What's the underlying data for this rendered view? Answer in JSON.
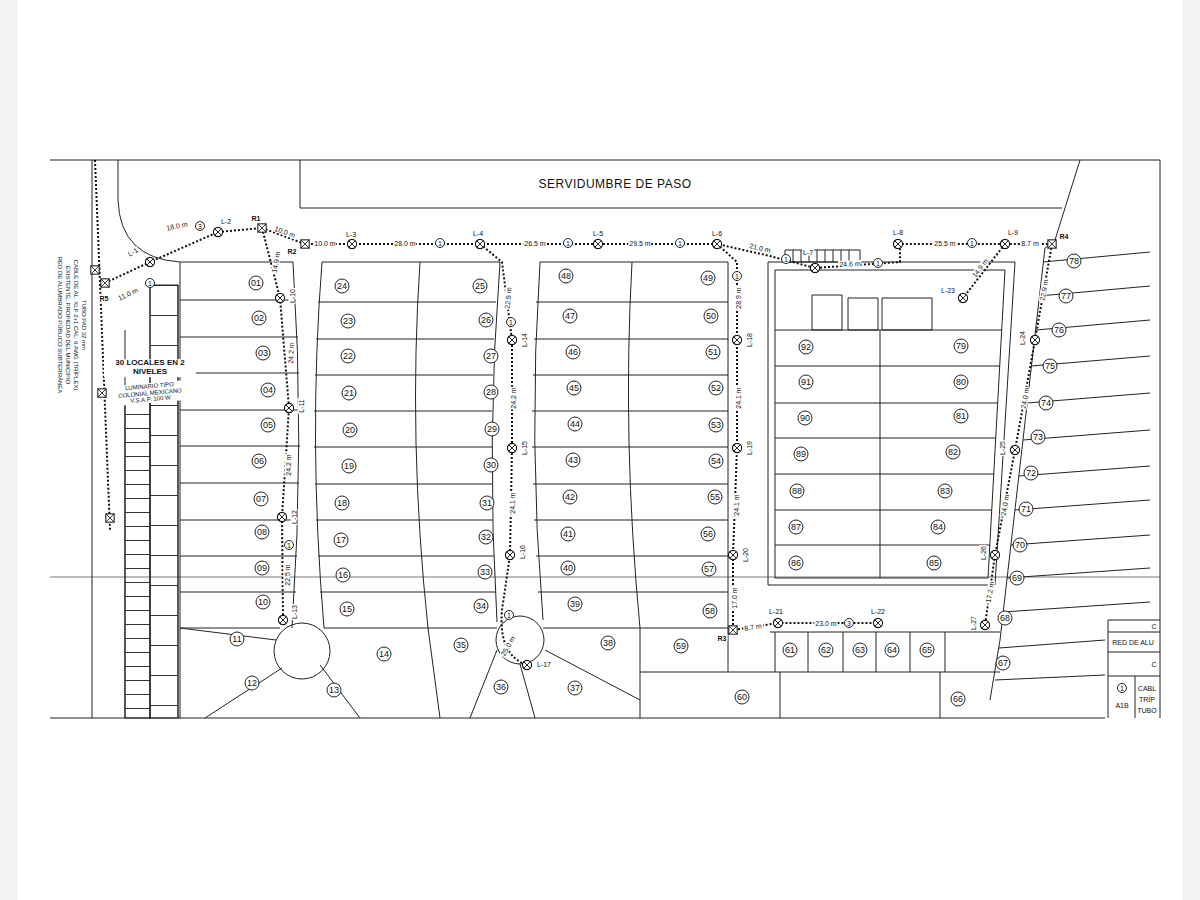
{
  "diagram": {
    "title": "SERVIDUMBRE DE PASO",
    "labels": [
      "01",
      "02",
      "03",
      "04",
      "05",
      "06",
      "07",
      "08",
      "09",
      "10",
      "11",
      "12",
      "13",
      "14",
      "15",
      "16",
      "17",
      "18",
      "19",
      "20",
      "21",
      "22",
      "23",
      "24",
      "25",
      "26",
      "27",
      "28",
      "29",
      "30",
      "31",
      "32",
      "33",
      "34",
      "35",
      "36",
      "37",
      "38",
      "39",
      "40",
      "41",
      "42",
      "43",
      "44",
      "45",
      "46",
      "47",
      "48",
      "49",
      "50",
      "51",
      "52",
      "53",
      "54",
      "55",
      "56",
      "57",
      "58",
      "59",
      "60",
      "61",
      "62",
      "63",
      "64",
      "65",
      "66",
      "67",
      "68",
      "69",
      "70",
      "71",
      "72",
      "73",
      "74",
      "75",
      "76",
      "77",
      "78",
      "79",
      "80",
      "81",
      "82",
      "83",
      "84",
      "85",
      "86",
      "87",
      "88",
      "89",
      "90",
      "91",
      "92",
      "L-1",
      "L-2",
      "L-3",
      "L-4",
      "L-5",
      "L-6",
      "L-7",
      "L-8",
      "L-9",
      "L-10",
      "L-11",
      "L-12",
      "L-13",
      "L-14",
      "L-15",
      "L-16",
      "L-17",
      "L-18",
      "L-19",
      "L-20",
      "L-21",
      "L-22",
      "L-23",
      "L-24",
      "L-25",
      "L-26",
      "L-27",
      "R1",
      "R2",
      "R3",
      "R4",
      "R5",
      "18.0 m",
      "11.0 m",
      "10.0 m",
      "14.9 m",
      "10.0 m",
      "28.0 m",
      "26.5 m",
      "29.5 m",
      "21.0 m",
      "24.6 m",
      "25.5 m",
      "8.7 m",
      "14.9 m",
      "24.2 m",
      "24.2 m",
      "22.5 m",
      "22.5 m",
      "24.2 m",
      "24.1 m",
      "25.0 m",
      "28.9 m",
      "24.1 m",
      "24.1 m",
      "17.0 m",
      "8.7 m",
      "23.0 m",
      "22.9 m",
      "24.0 m",
      "24.0 m",
      "17.2 m",
      "3",
      "1",
      "1",
      "1",
      "1",
      "1",
      "1",
      "1",
      "1",
      "1",
      "1",
      "1",
      "3",
      "30 LOCALES EN 2 NIVELES",
      "LUMINARIO TIPO COLONIAL MEXICANO V.S.A.P. 100 W",
      "RED DE ALUMBRADO PÚBLICO SUBTERRÁNEA",
      "EXISTENTE, PROPIEDAD DEL MUNICIPIO",
      "CABLE DE AL. XLP 2+1 CAL. 6 AWG (TRÍPLEX)",
      "TUBO PAD 32 mm",
      "C",
      "RED DE ALU",
      "C",
      "1",
      "A1B",
      "CABL",
      "TRÍP",
      "TUBO"
    ]
  }
}
